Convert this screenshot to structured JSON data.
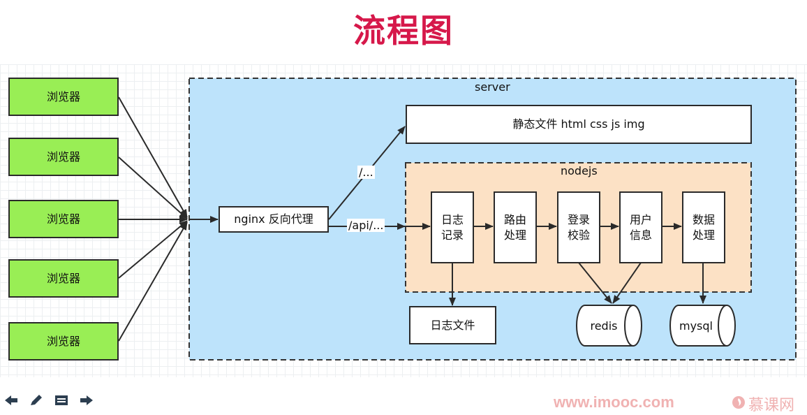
{
  "title": "流程图",
  "browsers": [
    "浏览器",
    "浏览器",
    "浏览器",
    "浏览器",
    "浏览器"
  ],
  "server_label": "server",
  "nginx_label": "nginx 反向代理",
  "static_label": "静态文件 html css js img",
  "nodejs_label": "nodejs",
  "edge_labels": {
    "static": "/...",
    "api": "/api/..."
  },
  "steps": [
    {
      "line1": "日志",
      "line2": "记录"
    },
    {
      "line1": "路由",
      "line2": "处理"
    },
    {
      "line1": "登录",
      "line2": "校验"
    },
    {
      "line1": "用户",
      "line2": "信息"
    },
    {
      "line1": "数据",
      "line2": "处理"
    }
  ],
  "log_file_label": "日志文件",
  "stores": {
    "redis": "redis",
    "mysql": "mysql"
  },
  "colors": {
    "browser": "#99ee55",
    "server_bg": "#bde3fb",
    "nodejs_bg": "#fce1c5",
    "title": "#d6184a"
  },
  "toolbar": {
    "icons": [
      "arrow-left-icon",
      "pencil-icon",
      "notes-icon",
      "arrow-right-icon"
    ]
  },
  "footer": {
    "url": "www.imooc.com",
    "brand": "慕课网"
  }
}
